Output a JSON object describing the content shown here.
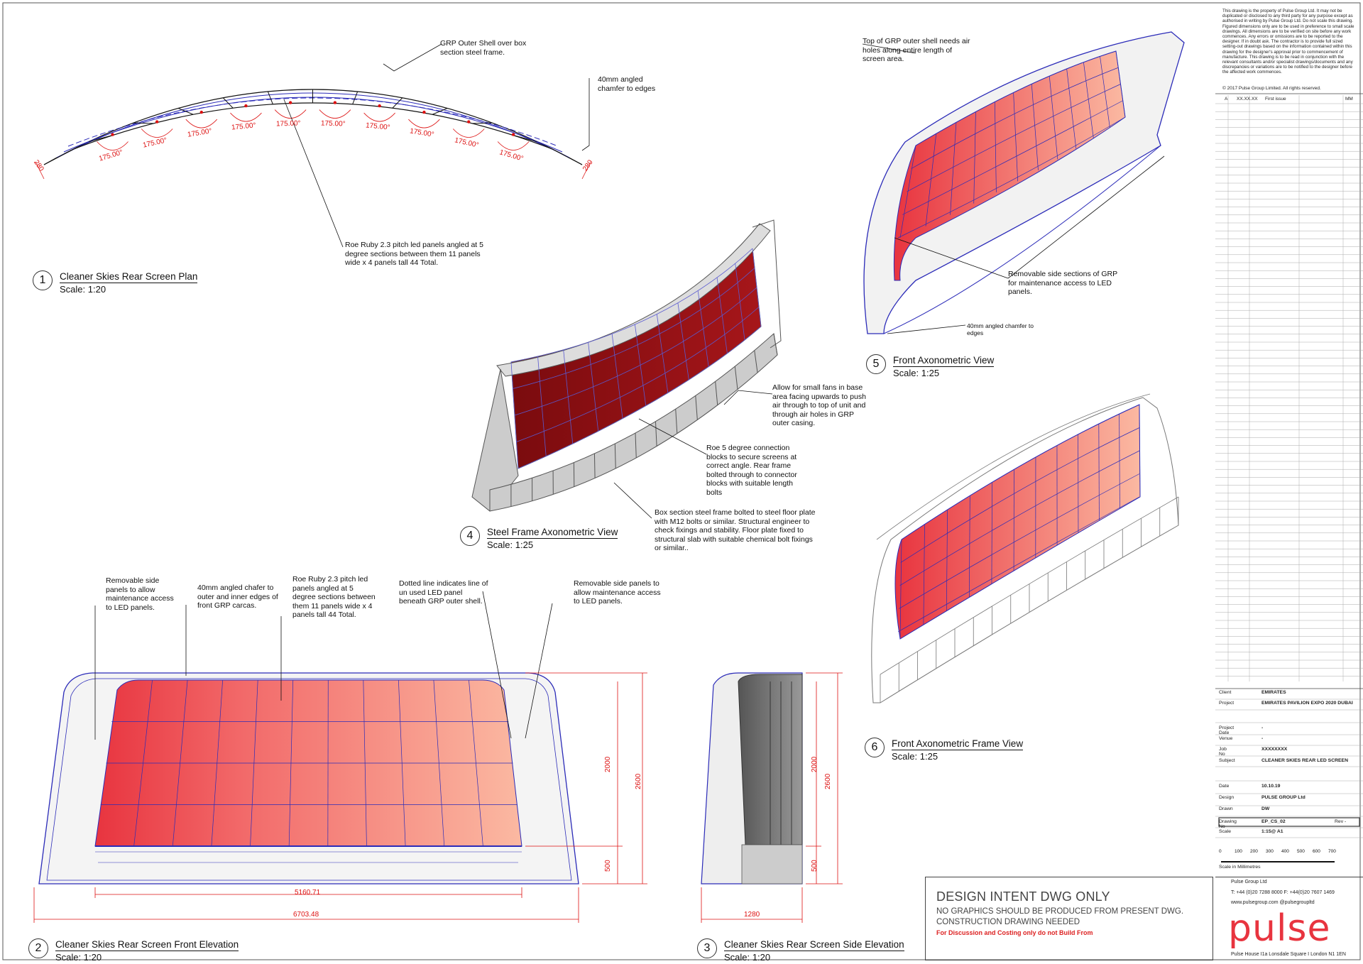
{
  "views": [
    {
      "num": "1",
      "title": "Cleaner Skies Rear Screen Plan",
      "scale": "Scale: 1:20"
    },
    {
      "num": "2",
      "title": "Cleaner Skies Rear Screen Front Elevation",
      "scale": "Scale: 1:20"
    },
    {
      "num": "3",
      "title": "Cleaner Skies Rear Screen Side Elevation",
      "scale": "Scale: 1:20"
    },
    {
      "num": "4",
      "title": "Steel Frame Axonometric View",
      "scale": "Scale: 1:25"
    },
    {
      "num": "5",
      "title": "Front Axonometric View",
      "scale": "Scale: 1:25"
    },
    {
      "num": "6",
      "title": "Front Axonometric Frame View",
      "scale": "Scale: 1:25"
    }
  ],
  "notes": {
    "grp_shell": "GRP Outer Shell over box\nsection steel frame.",
    "chamfer_plan": "40mm angled\nchamfer to edges",
    "roe_plan": "Roe Ruby 2.3 pitch led panels angled at 5\ndegree sections between them 11 panels\nwide x 4 panels tall 44 Total.",
    "air_holes": "Top of GRP outer shell needs air\nholes along entire length of\nscreen area.",
    "removable_grp": "Removable side sections of GRP\nfor maintenance access to LED\npanels.",
    "chamfer_axo": "40mm angled chamfer to\nedges",
    "fans": "Allow for small fans in base\narea facing upwards to push\nair through to top of unit and\nthrough air holes in GRP\nouter casing.",
    "roe_blocks": "Roe 5 degree connection\nblocks to secure screens at\ncorrect angle. Rear frame\nbolted through to connector\nblocks with suitable length\nbolts",
    "box_section": "Box section steel frame bolted to steel floor plate\nwith M12 bolts or similar. Structural engineer to\ncheck fixings and stability. Floor plate fixed to\nstructural slab with suitable chemical bolt fixings\nor similar..",
    "removable_left": "Removable side\npanels to allow\nmaintenance access\nto LED panels.",
    "chafer_front": "40mm angled chafer to\nouter and inner edges of\nfront GRP carcas.",
    "roe_front": "Roe Ruby 2.3 pitch led\npanels angled at 5\ndegree sections between\nthem 11 panels wide x 4\npanels tall 44 Total.",
    "dotted_line": "Dotted line indicates line of\nun used LED panel\nbeneath GRP outer shell.",
    "removable_right": "Removable side panels to\nallow maintenance access\nto LED panels."
  },
  "plan_dims": {
    "angles": [
      "175.00°",
      "175.00°",
      "175.00°",
      "175.00°",
      "175.00°",
      "175.00°",
      "175.00°",
      "175.00°",
      "175.00°",
      "175.00°"
    ],
    "end_left": "280",
    "end_right": "280"
  },
  "front_dims": {
    "inner_width": "5160.71",
    "outer_width": "6703.48",
    "screen_h": "2000",
    "total_h": "2600",
    "base_h": "500"
  },
  "side_dims": {
    "depth": "1280",
    "screen_h": "2000",
    "total_h": "2600",
    "base_h": "500"
  },
  "title_block": {
    "disclaimer_text": "This drawing is the property of Pulse Group Ltd. It may not be duplicated or disclosed to any third party for any purpose except as authorised in writing by Pulse Group Ltd. Do not scale this drawing. Figured dimensions only are to be used in preference to small scale drawings. All dimensions are to be verified on site before any work commences. Any errors or omissions are to be reported to the designer. If in doubt ask. The contractor is to provide full sized setting-out drawings based on the information contained within this drawing for the designer's approval prior to commencement of manufacture. This drawing is to be read in conjunction with the relevant consultants and/or specialist drawings/documents and any discrepancies or variations are to be notified to the designer before the affected work commences.",
    "copyright": "© 2017 Pulse Group Limited. All rights reserved.",
    "revision": {
      "rev": "A",
      "date": "XX.XX.XX",
      "desc": "First issue",
      "by": "MM"
    },
    "fields": [
      {
        "k": "Client",
        "v": "EMIRATES"
      },
      {
        "k": "Project",
        "v": "EMIRATES PAVILION EXPO 2020 DUBAI"
      },
      {
        "k": "Project  Date",
        "v": "-"
      },
      {
        "k": "Venue",
        "v": "-"
      },
      {
        "k": "Job No",
        "v": "XXXXXXXX"
      },
      {
        "k": "Subject",
        "v": "CLEANER SKIES REAR LED SCREEN"
      },
      {
        "k": "Date",
        "v": "10.10.19"
      },
      {
        "k": "Design",
        "v": "PULSE GROUP Ltd"
      },
      {
        "k": "Drawn",
        "v": "DW"
      },
      {
        "k": "Drawing No",
        "v": "EP_CS_02"
      },
      {
        "k": "Scale",
        "v": "1:15@ A1"
      }
    ],
    "rev_label": "Rev  -",
    "scale_ticks": [
      "0",
      "100",
      "200",
      "300",
      "400",
      "500",
      "600",
      "700"
    ],
    "scale_caption": "Scale in Millimetres"
  },
  "disclaimer": {
    "title": "DESIGN INTENT DWG ONLY",
    "line2": "NO GRAPHICS SHOULD BE PRODUCED FROM PRESENT DWG.",
    "line3": "CONSTRUCTION DRAWING NEEDED",
    "red": "For Discussion and Costing only do not Build From"
  },
  "company": {
    "name": "Pulse Group Ltd",
    "phone": "T: +44 (0)20 7288 8000  F: +44(0)20 7607 1469",
    "web": "www.pulsegroup.com   @pulsegroupltd",
    "logo": "pulse",
    "address": "Pulse House I1a Lonsdale Square I London N1 1EN"
  },
  "colors": {
    "line": "#2b2bb8",
    "dim": "#dd1111",
    "panel_dark": "#e8343f",
    "panel_light": "#fbb7a5",
    "steel": "#8a0f12",
    "grey": "#888888"
  }
}
